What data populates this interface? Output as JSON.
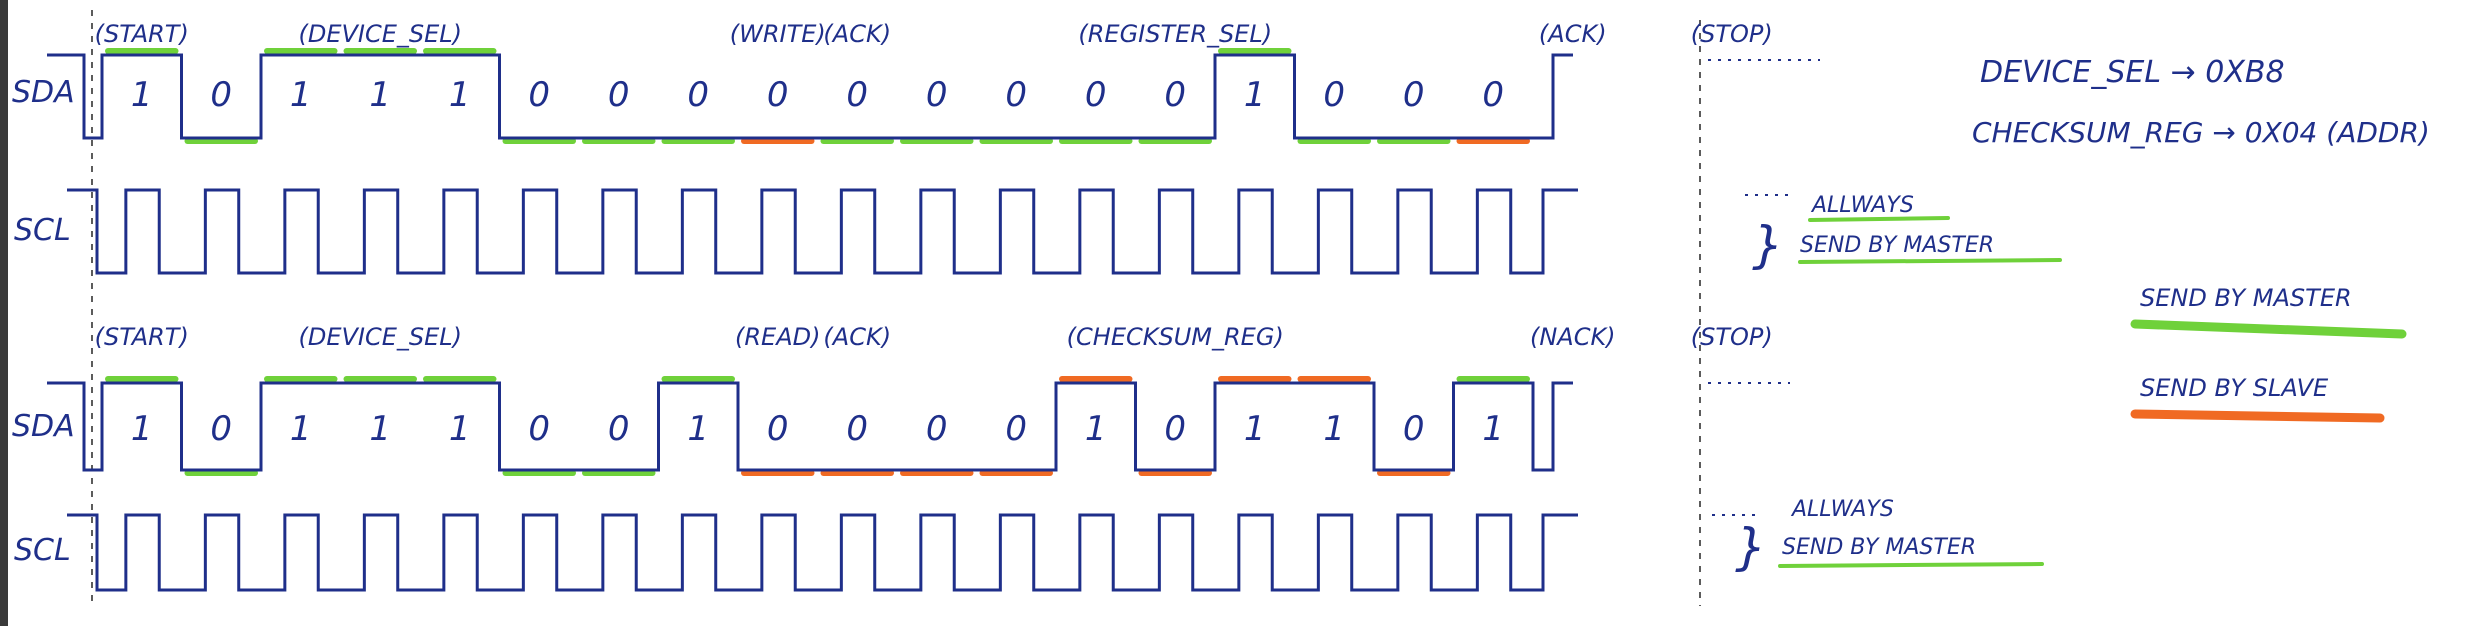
{
  "colors": {
    "ink": "#1f2f8a",
    "master": "#6fd13a",
    "slave": "#f06a23"
  },
  "legend": {
    "master_label": "SEND BY MASTER",
    "slave_label": "SEND BY SLAVE"
  },
  "notes": {
    "device_sel": "DEVICE_SEL → 0XB8",
    "checksum_reg": "CHECKSUM_REG → 0X04 (ADDR)"
  },
  "write_frame": {
    "sda_label": "SDA",
    "scl_label": "SCL",
    "scl_note_1": "ALLWAYS",
    "scl_note_2": "SEND BY MASTER",
    "labels": [
      {
        "text": "(START)",
        "bit": 0
      },
      {
        "text": "(DEVICE_SEL)",
        "bit": 3
      },
      {
        "text": "(WRITE)",
        "bit": 8
      },
      {
        "text": "(ACK)",
        "bit": 9
      },
      {
        "text": "(REGISTER_SEL)",
        "bit": 13
      },
      {
        "text": "(ACK)",
        "bit": 18
      },
      {
        "text": "(STOP)",
        "bit": 20
      }
    ],
    "bits": [
      {
        "value": "1",
        "sender": "master"
      },
      {
        "value": "0",
        "sender": "master"
      },
      {
        "value": "1",
        "sender": "master"
      },
      {
        "value": "1",
        "sender": "master"
      },
      {
        "value": "1",
        "sender": "master"
      },
      {
        "value": "0",
        "sender": "master"
      },
      {
        "value": "0",
        "sender": "master"
      },
      {
        "value": "0",
        "sender": "master"
      },
      {
        "value": "0",
        "sender": "slave"
      },
      {
        "value": "0",
        "sender": "master"
      },
      {
        "value": "0",
        "sender": "master"
      },
      {
        "value": "0",
        "sender": "master"
      },
      {
        "value": "0",
        "sender": "master"
      },
      {
        "value": "0",
        "sender": "master"
      },
      {
        "value": "1",
        "sender": "master"
      },
      {
        "value": "0",
        "sender": "master"
      },
      {
        "value": "0",
        "sender": "master"
      },
      {
        "value": "0",
        "sender": "slave"
      }
    ]
  },
  "read_frame": {
    "sda_label": "SDA",
    "scl_label": "SCL",
    "scl_note_1": "ALLWAYS",
    "scl_note_2": "SEND BY MASTER",
    "labels": [
      {
        "text": "(START)",
        "bit": 0
      },
      {
        "text": "(DEVICE_SEL)",
        "bit": 3
      },
      {
        "text": "(READ)",
        "bit": 8
      },
      {
        "text": "(ACK)",
        "bit": 9
      },
      {
        "text": "(CHECKSUM_REG)",
        "bit": 13
      },
      {
        "text": "(NACK)",
        "bit": 18
      },
      {
        "text": "(STOP)",
        "bit": 20
      }
    ],
    "bits": [
      {
        "value": "1",
        "sender": "master"
      },
      {
        "value": "0",
        "sender": "master"
      },
      {
        "value": "1",
        "sender": "master"
      },
      {
        "value": "1",
        "sender": "master"
      },
      {
        "value": "1",
        "sender": "master"
      },
      {
        "value": "0",
        "sender": "master"
      },
      {
        "value": "0",
        "sender": "master"
      },
      {
        "value": "1",
        "sender": "master"
      },
      {
        "value": "0",
        "sender": "slave"
      },
      {
        "value": "0",
        "sender": "slave"
      },
      {
        "value": "0",
        "sender": "slave"
      },
      {
        "value": "0",
        "sender": "slave"
      },
      {
        "value": "1",
        "sender": "slave"
      },
      {
        "value": "0",
        "sender": "slave"
      },
      {
        "value": "1",
        "sender": "slave"
      },
      {
        "value": "1",
        "sender": "slave"
      },
      {
        "value": "0",
        "sender": "slave"
      },
      {
        "value": "1",
        "sender": "master"
      }
    ]
  }
}
